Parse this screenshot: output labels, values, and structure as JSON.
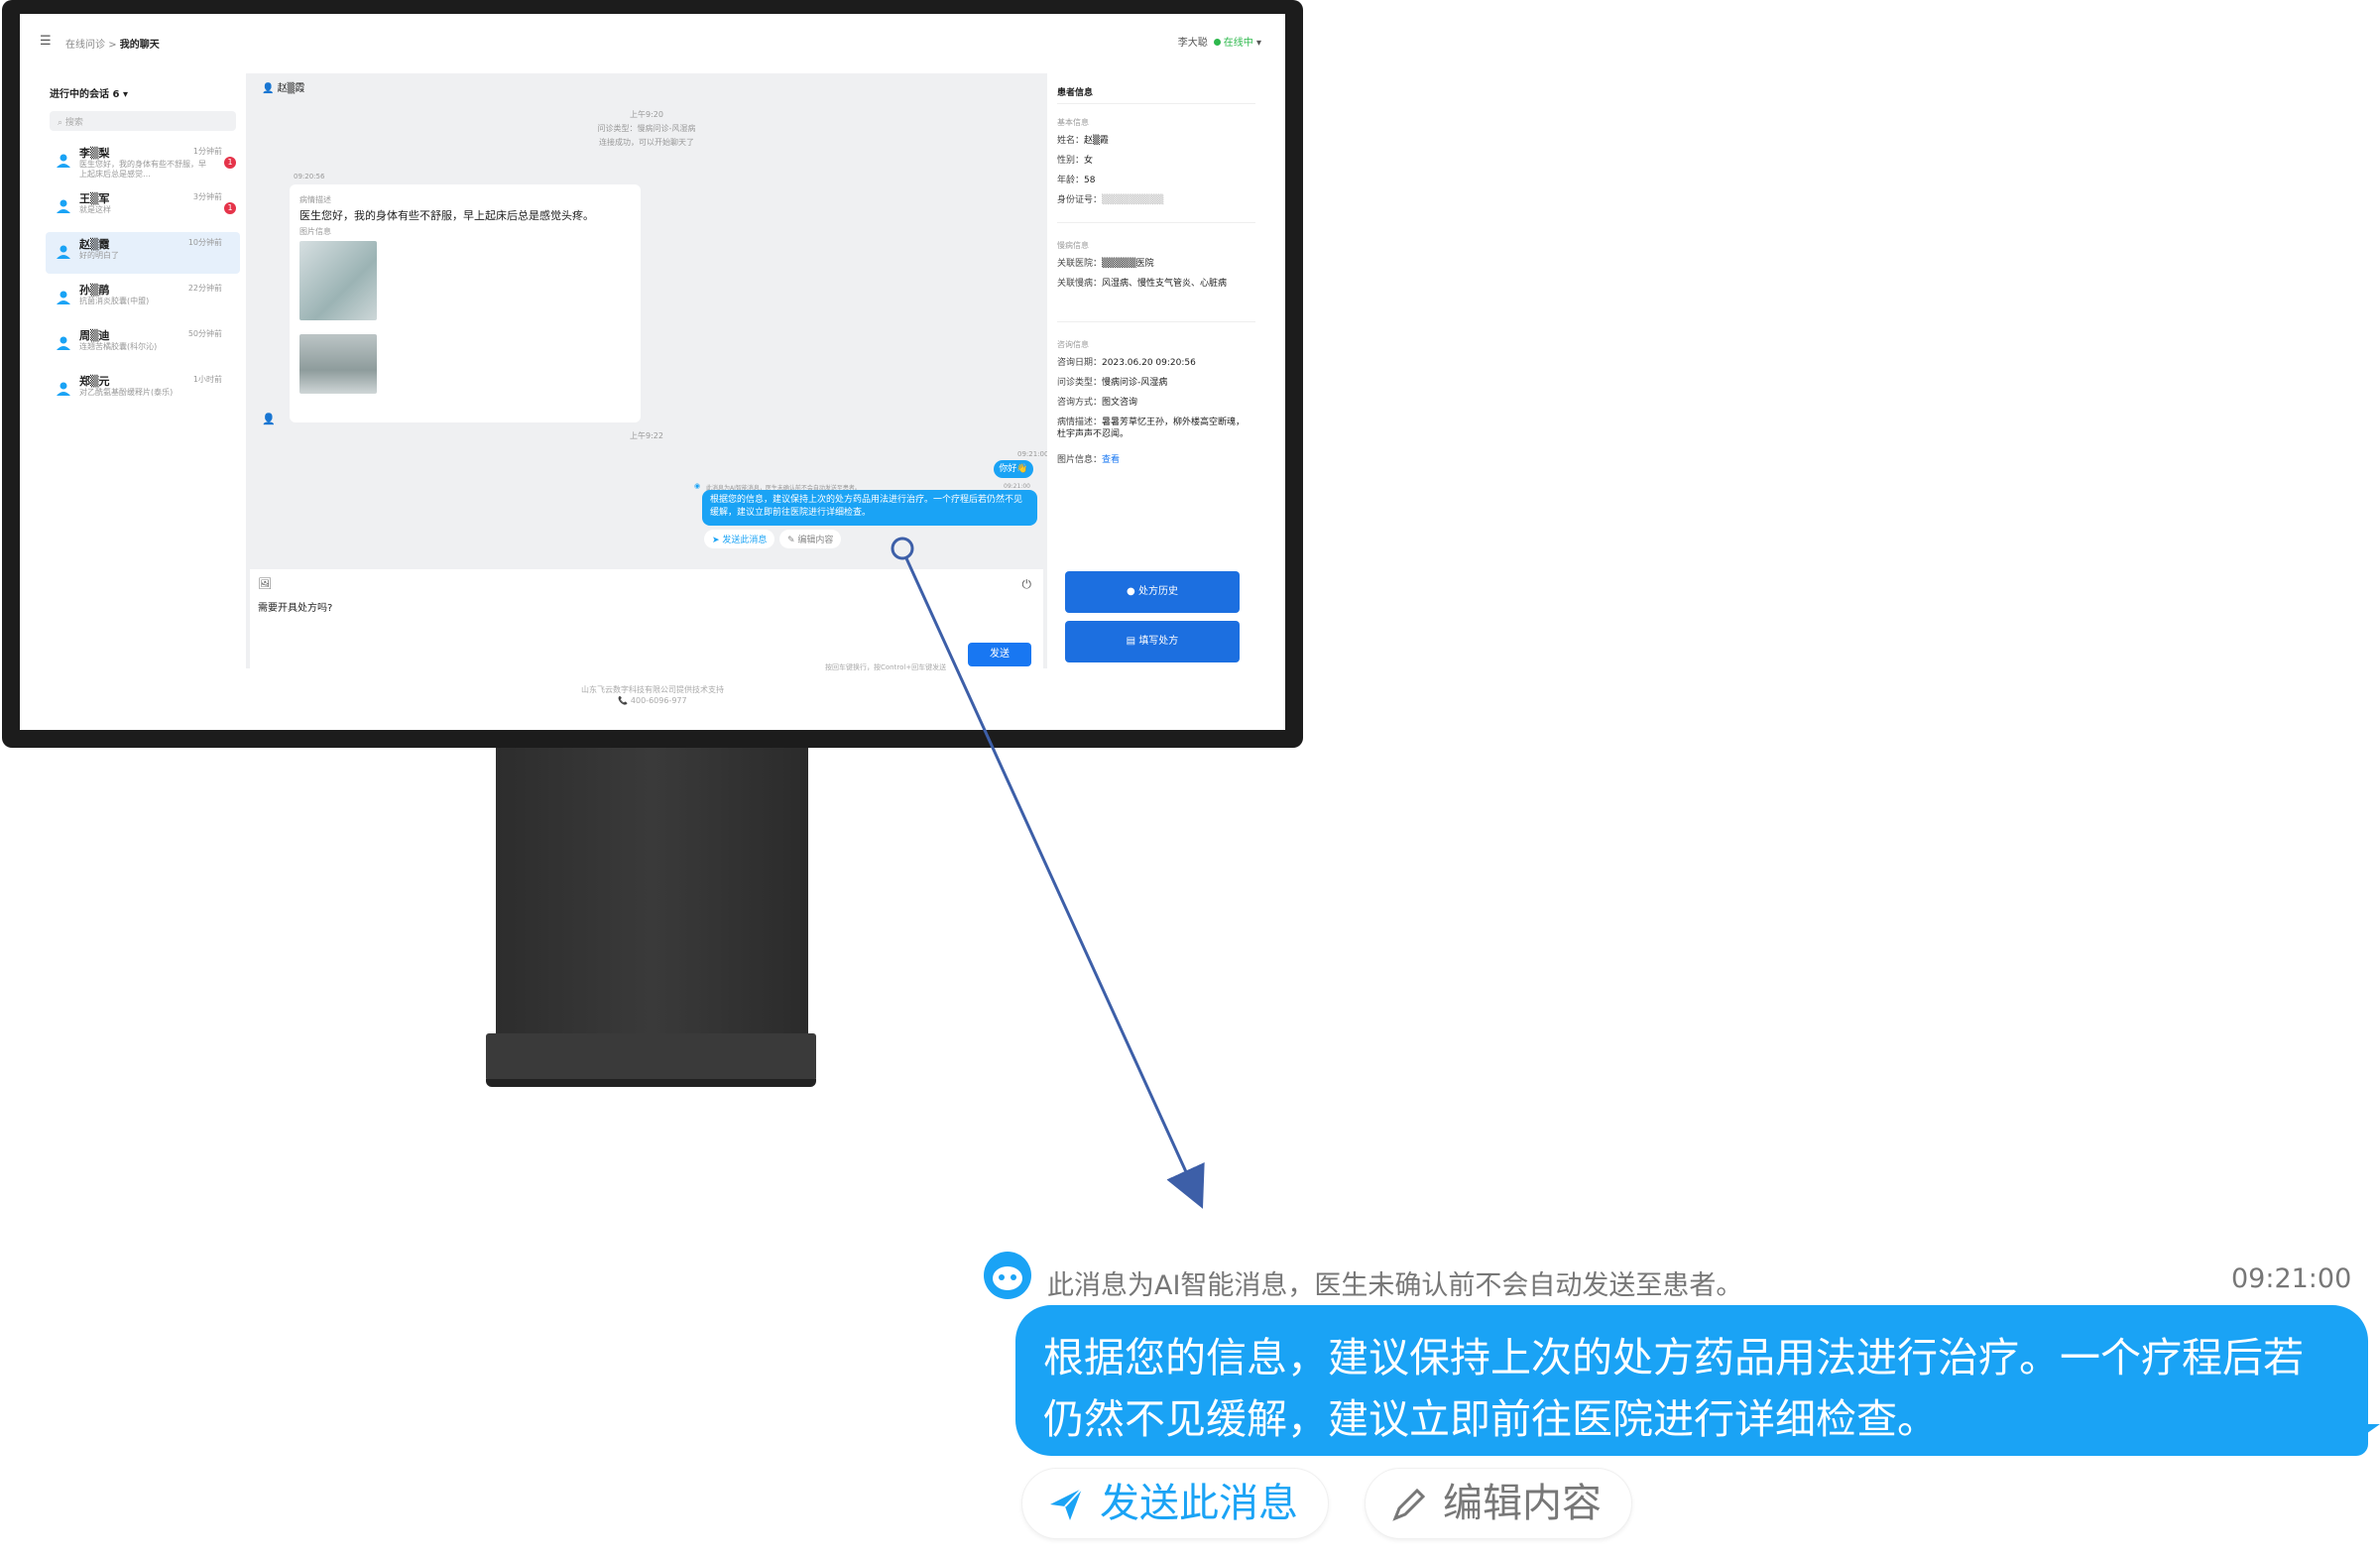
{
  "topbar": {
    "menu_icon": "menu-collapse-icon",
    "breadcrumb_parent": "在线问诊",
    "breadcrumb_sep": ">",
    "breadcrumb_current": "我的聊天",
    "user": "李大聪",
    "status": "在线中",
    "status_color": "#2db84c"
  },
  "sidebar": {
    "header": "进行中的会话 6",
    "search_placeholder": "搜索",
    "conversations": [
      {
        "name": "李▒梨",
        "time": "1分钟前",
        "preview": "医生您好，我的身体有些不舒服，早上起床后总是感觉…",
        "badge": "1"
      },
      {
        "name": "王▒军",
        "time": "3分钟前",
        "preview": "就是这样",
        "badge": "1"
      },
      {
        "name": "赵▒霞",
        "time": "10分钟前",
        "preview": "好的明白了",
        "badge": ""
      },
      {
        "name": "孙▒鹃",
        "time": "22分钟前",
        "preview": "抗菌消炎胶囊(中盟)",
        "badge": ""
      },
      {
        "name": "周▒迪",
        "time": "50分钟前",
        "preview": "连翘苦橘胶囊(科尔沁)",
        "badge": ""
      },
      {
        "name": "郑▒元",
        "time": "1小时前",
        "preview": "对乙酰氨基酚缓释片(泰乐)",
        "badge": ""
      }
    ]
  },
  "chat": {
    "title": "赵▒霞",
    "sys_time1": "上午9:20",
    "sys_type": "问诊类型：慢病问诊-风湿病",
    "sys_created": "连接成功，可以开始聊天了",
    "patient_time": "09:20:56",
    "patient_label": "病情描述",
    "patient_text": "医生您好，我的身体有些不舒服，早上起床后总是感觉头疼。",
    "image_label": "图片信息",
    "sys_time2": "上午9:22",
    "doctor_time": "09:21:00",
    "doctor_short": "你好👋",
    "ai_note": "此消息为AI智能消息，医生未确认前不会自动发送至患者。",
    "ai_time": "09:21:00",
    "ai_message": "根据您的信息，建议保持上次的处方药品用法进行治疗。一个疗程后若仍然不见缓解，建议立即前往医院进行详细检查。",
    "send_action": "发送此消息",
    "edit_action": "编辑内容",
    "input_text": "需要开具处方吗?",
    "input_hint": "按回车键换行，按Control+回车键发送",
    "send_button": "发送"
  },
  "patient_panel": {
    "title": "患者信息",
    "basic_section": "基本信息",
    "name_k": "姓名：",
    "name_v": "赵▒霞",
    "gender_k": "性别：",
    "gender_v": "女",
    "age_k": "年龄：",
    "age_v": "58",
    "id_k": "身份证号：",
    "id_v": "▒▒▒▒▒▒▒▒▒",
    "chronic_section": "慢病信息",
    "hospital_k": "关联医院：",
    "hospital_v": "▒▒▒▒▒医院",
    "disease_k": "关联慢病：",
    "disease_v": "风湿病、慢性支气管炎、心脏病",
    "consult_section": "咨询信息",
    "date_k": "咨询日期：",
    "date_v": "2023.06.20 09:20:56",
    "type_k": "问诊类型：",
    "type_v": "慢病问诊-风湿病",
    "method_k": "咨询方式：",
    "method_v": "图文咨询",
    "desc_k": "病情描述：",
    "desc_v": "暑暑芳草忆王孙，柳外楼高空断魂，杜宇声声不忍闻。",
    "img_k": "图片信息：",
    "img_v": "查看",
    "history_button": "处方历史",
    "fill_button": "填写处方"
  },
  "footer": {
    "line1": "山东飞云数字科技有限公司提供技术支持",
    "line2": "📞 400-6096-977"
  },
  "colors": {
    "accent": "#1aa3f5",
    "primary": "#1c6fe0",
    "badge": "#e5344a"
  }
}
